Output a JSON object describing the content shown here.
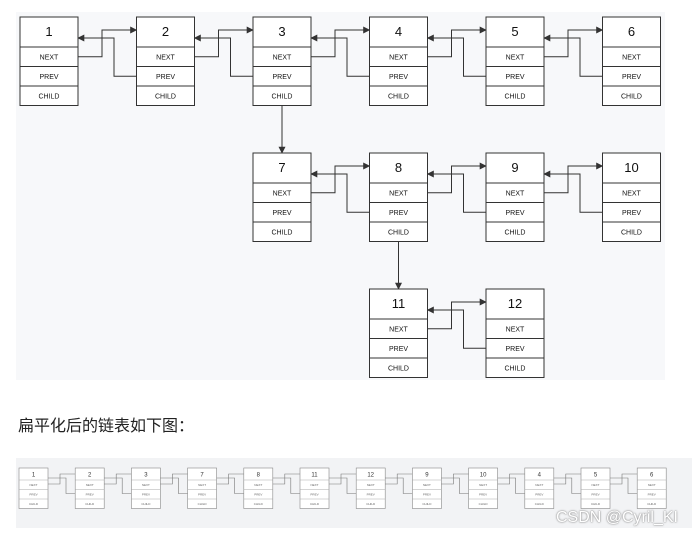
{
  "diagram": {
    "fields": [
      "NEXT",
      "PREV",
      "CHILD"
    ],
    "nodes": [
      {
        "id": "1"
      },
      {
        "id": "2"
      },
      {
        "id": "3"
      },
      {
        "id": "4"
      },
      {
        "id": "5"
      },
      {
        "id": "6"
      },
      {
        "id": "7"
      },
      {
        "id": "8"
      },
      {
        "id": "9"
      },
      {
        "id": "10"
      },
      {
        "id": "11"
      },
      {
        "id": "12"
      }
    ],
    "levels": [
      [
        "1",
        "2",
        "3",
        "4",
        "5",
        "6"
      ],
      [
        "7",
        "8",
        "9",
        "10"
      ],
      [
        "11",
        "12"
      ]
    ],
    "child_links": [
      {
        "from": "3",
        "to": "7"
      },
      {
        "from": "8",
        "to": "11"
      }
    ]
  },
  "caption": "扁平化后的链表如下图：",
  "flattened": {
    "order": [
      "1",
      "2",
      "3",
      "7",
      "8",
      "11",
      "12",
      "9",
      "10",
      "4",
      "5",
      "6"
    ]
  },
  "watermark": "CSDN @Cyril_KI",
  "colors": {
    "panel_bg": "#f7f8fa",
    "node_border": "#333333",
    "arrow": "#333333"
  }
}
